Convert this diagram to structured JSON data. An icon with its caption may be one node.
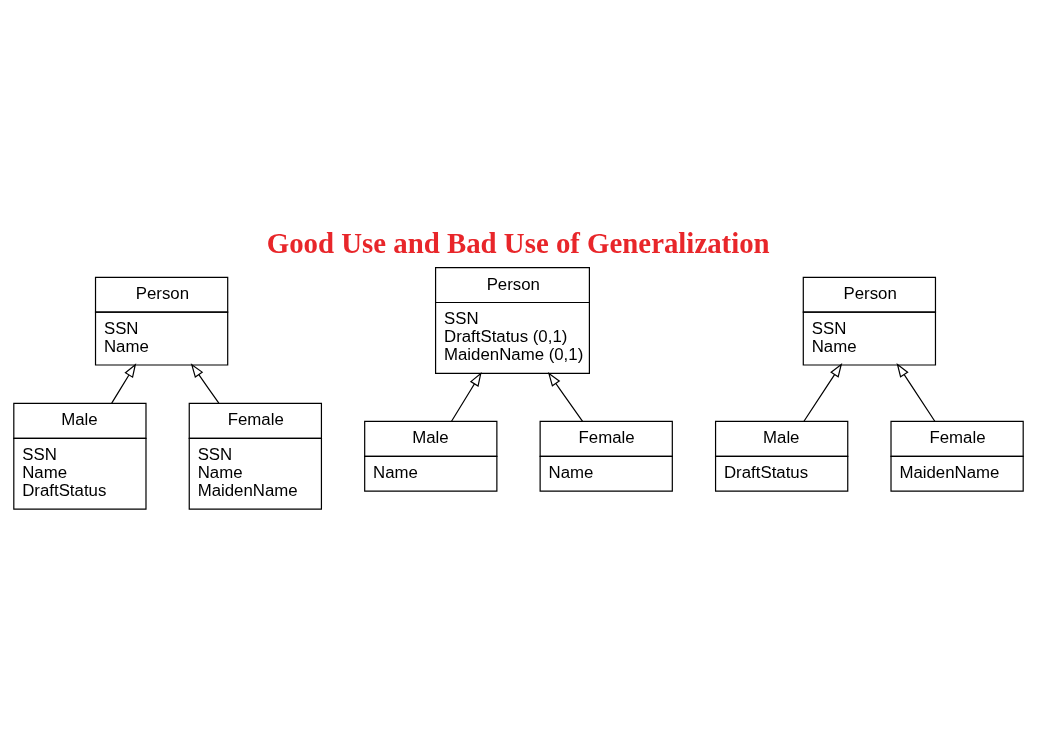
{
  "diagram": {
    "title": "Good Use and Bad Use of Generalization",
    "nodes": [
      {
        "text": [
          "Person",
          "SSN",
          "Name"
        ]
      },
      {
        "text": [
          "Male",
          "SSN",
          "Name",
          "DraftStatus"
        ]
      },
      {
        "text": [
          "Female",
          "SSN",
          "Name",
          "MaidenName"
        ]
      },
      {
        "text": [
          "Person",
          "SSN",
          "DraftStatus (0,1)",
          "MaidenName (0,1)"
        ]
      },
      {
        "text": [
          "Male",
          "Name"
        ]
      },
      {
        "text": [
          "Female",
          "Name"
        ]
      },
      {
        "text": [
          "Person",
          "SSN",
          "Name"
        ]
      },
      {
        "text": [
          "Male",
          "DraftStatus"
        ]
      },
      {
        "text": [
          "Female",
          "MaidenName"
        ]
      }
    ],
    "edges": [
      {
        "from": 1,
        "to": 0,
        "arrow": "to"
      },
      {
        "from": 2,
        "to": 0,
        "arrow": "to"
      },
      {
        "from": 4,
        "to": 3,
        "arrow": "to"
      },
      {
        "from": 5,
        "to": 3,
        "arrow": "to"
      },
      {
        "from": 7,
        "to": 6,
        "arrow": "to"
      },
      {
        "from": 8,
        "to": 6,
        "arrow": "to"
      }
    ]
  }
}
